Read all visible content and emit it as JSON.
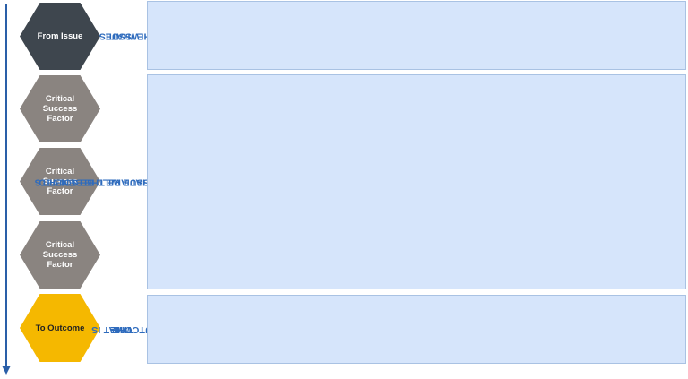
{
  "hexagons": [
    {
      "label": "From Issue",
      "style": "dark"
    },
    {
      "label": "Critical Success Factor",
      "style": "grey"
    },
    {
      "label": "Critical Success Factor",
      "style": "grey"
    },
    {
      "label": "Critical Success Factor",
      "style": "grey"
    },
    {
      "label": "To Outcome",
      "style": "yellow"
    }
  ],
  "sections": {
    "issue": {
      "label_line1": "WHAT IS",
      "label_line2": "THE ISSUE"
    },
    "solution": {
      "label_line1": "HOW THE ISSUE WILL BE SOLVED",
      "label_line2": "WITH IWaSP & WHAT ARE THE BENEFITS"
    },
    "outcome": {
      "label_line1": "WHAT IS",
      "label_line2": "THE",
      "label_line3": "OUTCOME"
    }
  },
  "colors": {
    "arrow": "#2a5fa8",
    "hex_dark": "#3e464e",
    "hex_grey": "#8a8480",
    "hex_yellow": "#f5b800",
    "label_text": "#2e6bbd",
    "box_fill": "#d6e5fb"
  }
}
